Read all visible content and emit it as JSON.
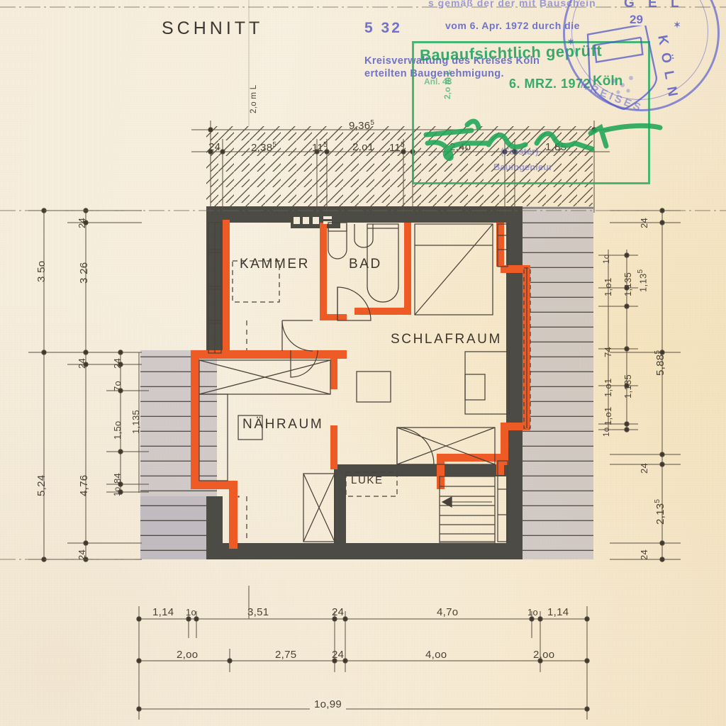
{
  "sheet": {
    "title": "SCHNITT",
    "drawing_number": "5 32"
  },
  "rooms": [
    {
      "name": "KAMMER"
    },
    {
      "name": "BAD"
    },
    {
      "name": "SCHLAFRAUM"
    },
    {
      "name": "NÄHRAUM"
    },
    {
      "name": "LUKE"
    }
  ],
  "stamps": {
    "top_cut_text": "s gemäß der der mit Bauschein",
    "blue_permit": {
      "line1": "vom   6. Apr. 1972  durch die",
      "line2": "Kreisverwaltung  des  Kreises  Köln",
      "line3": "erteilten Baugenehmigung."
    },
    "green_check": {
      "line1": "Bauaufsichtlich geprüft",
      "line2": "Köln",
      "date": "6. MRZ. 1972",
      "small": "Anl. 48"
    },
    "round_stamp": {
      "outer_top": "G E L",
      "outer_right": "K Ö L N",
      "inner": "KREISES",
      "number": "29"
    },
    "signature_note": {
      "role": "(Förster)",
      "profession": "Bauingenieur"
    }
  },
  "dimensions": {
    "top_overall": "9,36",
    "top_overall_sup": "5",
    "top_chain": [
      {
        "value": "24",
        "sup": ""
      },
      {
        "value": "2,38",
        "sup": "5"
      },
      {
        "value": "11",
        "sup": "5"
      },
      {
        "value": "2,o1",
        "sup": ""
      },
      {
        "value": "11",
        "sup": "5"
      },
      {
        "value": "2,4o",
        "sup": ""
      },
      {
        "value": "1,85",
        "sup": ""
      }
    ],
    "top_small_vertical": "2,o m L",
    "left_outer": [
      {
        "value": "3 5o",
        "sup": ""
      },
      {
        "value": "5,24",
        "sup": ""
      }
    ],
    "left_inner": [
      {
        "value": "24",
        "sup": ""
      },
      {
        "value": "3 26",
        "sup": ""
      },
      {
        "value": "24",
        "sup": ""
      },
      {
        "value": "4,76",
        "sup": ""
      },
      {
        "value": "24",
        "sup": ""
      }
    ],
    "left_detail": [
      {
        "value": "24",
        "sup": ""
      },
      {
        "value": "7o",
        "sup": ""
      },
      {
        "value": "1,5o",
        "sup": ""
      },
      {
        "value": "84",
        "sup": ""
      },
      {
        "value": "1o",
        "sup": ""
      }
    ],
    "left_detail2": [
      {
        "value": "1,135",
        "sup": ""
      }
    ],
    "right_outer": [
      {
        "value": "24",
        "sup": ""
      },
      {
        "value": "5,88",
        "sup": "5"
      },
      {
        "value": "24",
        "sup": ""
      },
      {
        "value": "2,13",
        "sup": "5"
      },
      {
        "value": "24",
        "sup": ""
      }
    ],
    "right_chain_a": [
      {
        "value": "1o",
        "sup": ""
      },
      {
        "value": "1,o1",
        "sup": ""
      },
      {
        "value": "74",
        "sup": ""
      },
      {
        "value": "1,o1",
        "sup": ""
      },
      {
        "value": "1,o1",
        "sup": ""
      },
      {
        "value": "1o",
        "sup": ""
      }
    ],
    "right_chain_b": [
      {
        "value": "1,135",
        "sup": ""
      },
      {
        "value": "1,135",
        "sup": ""
      },
      {
        "value": "1,13",
        "sup": "5"
      }
    ],
    "bottom_row1": [
      {
        "value": "1,14",
        "sup": ""
      },
      {
        "value": "1o",
        "sup": ""
      },
      {
        "value": "3,51",
        "sup": ""
      },
      {
        "value": "24",
        "sup": ""
      },
      {
        "value": "4,7o",
        "sup": ""
      },
      {
        "value": "1o",
        "sup": ""
      },
      {
        "value": "1,14",
        "sup": ""
      }
    ],
    "bottom_row2": [
      {
        "value": "2,oo",
        "sup": ""
      },
      {
        "value": "2,75",
        "sup": ""
      },
      {
        "value": "24",
        "sup": ""
      },
      {
        "value": "4,oo",
        "sup": ""
      },
      {
        "value": "2,oo",
        "sup": ""
      }
    ],
    "bottom_total": "1o,99"
  },
  "colors": {
    "paper": "#f6ecda",
    "ink": "#3a352f",
    "wall_solid": "#4a4a44",
    "wall_new": "#ef5a25",
    "dim_line": "#5a5043",
    "stamp_blue": "#5358c8",
    "stamp_green": "#27ae60",
    "hatch_fill": "#b9b3bf"
  }
}
